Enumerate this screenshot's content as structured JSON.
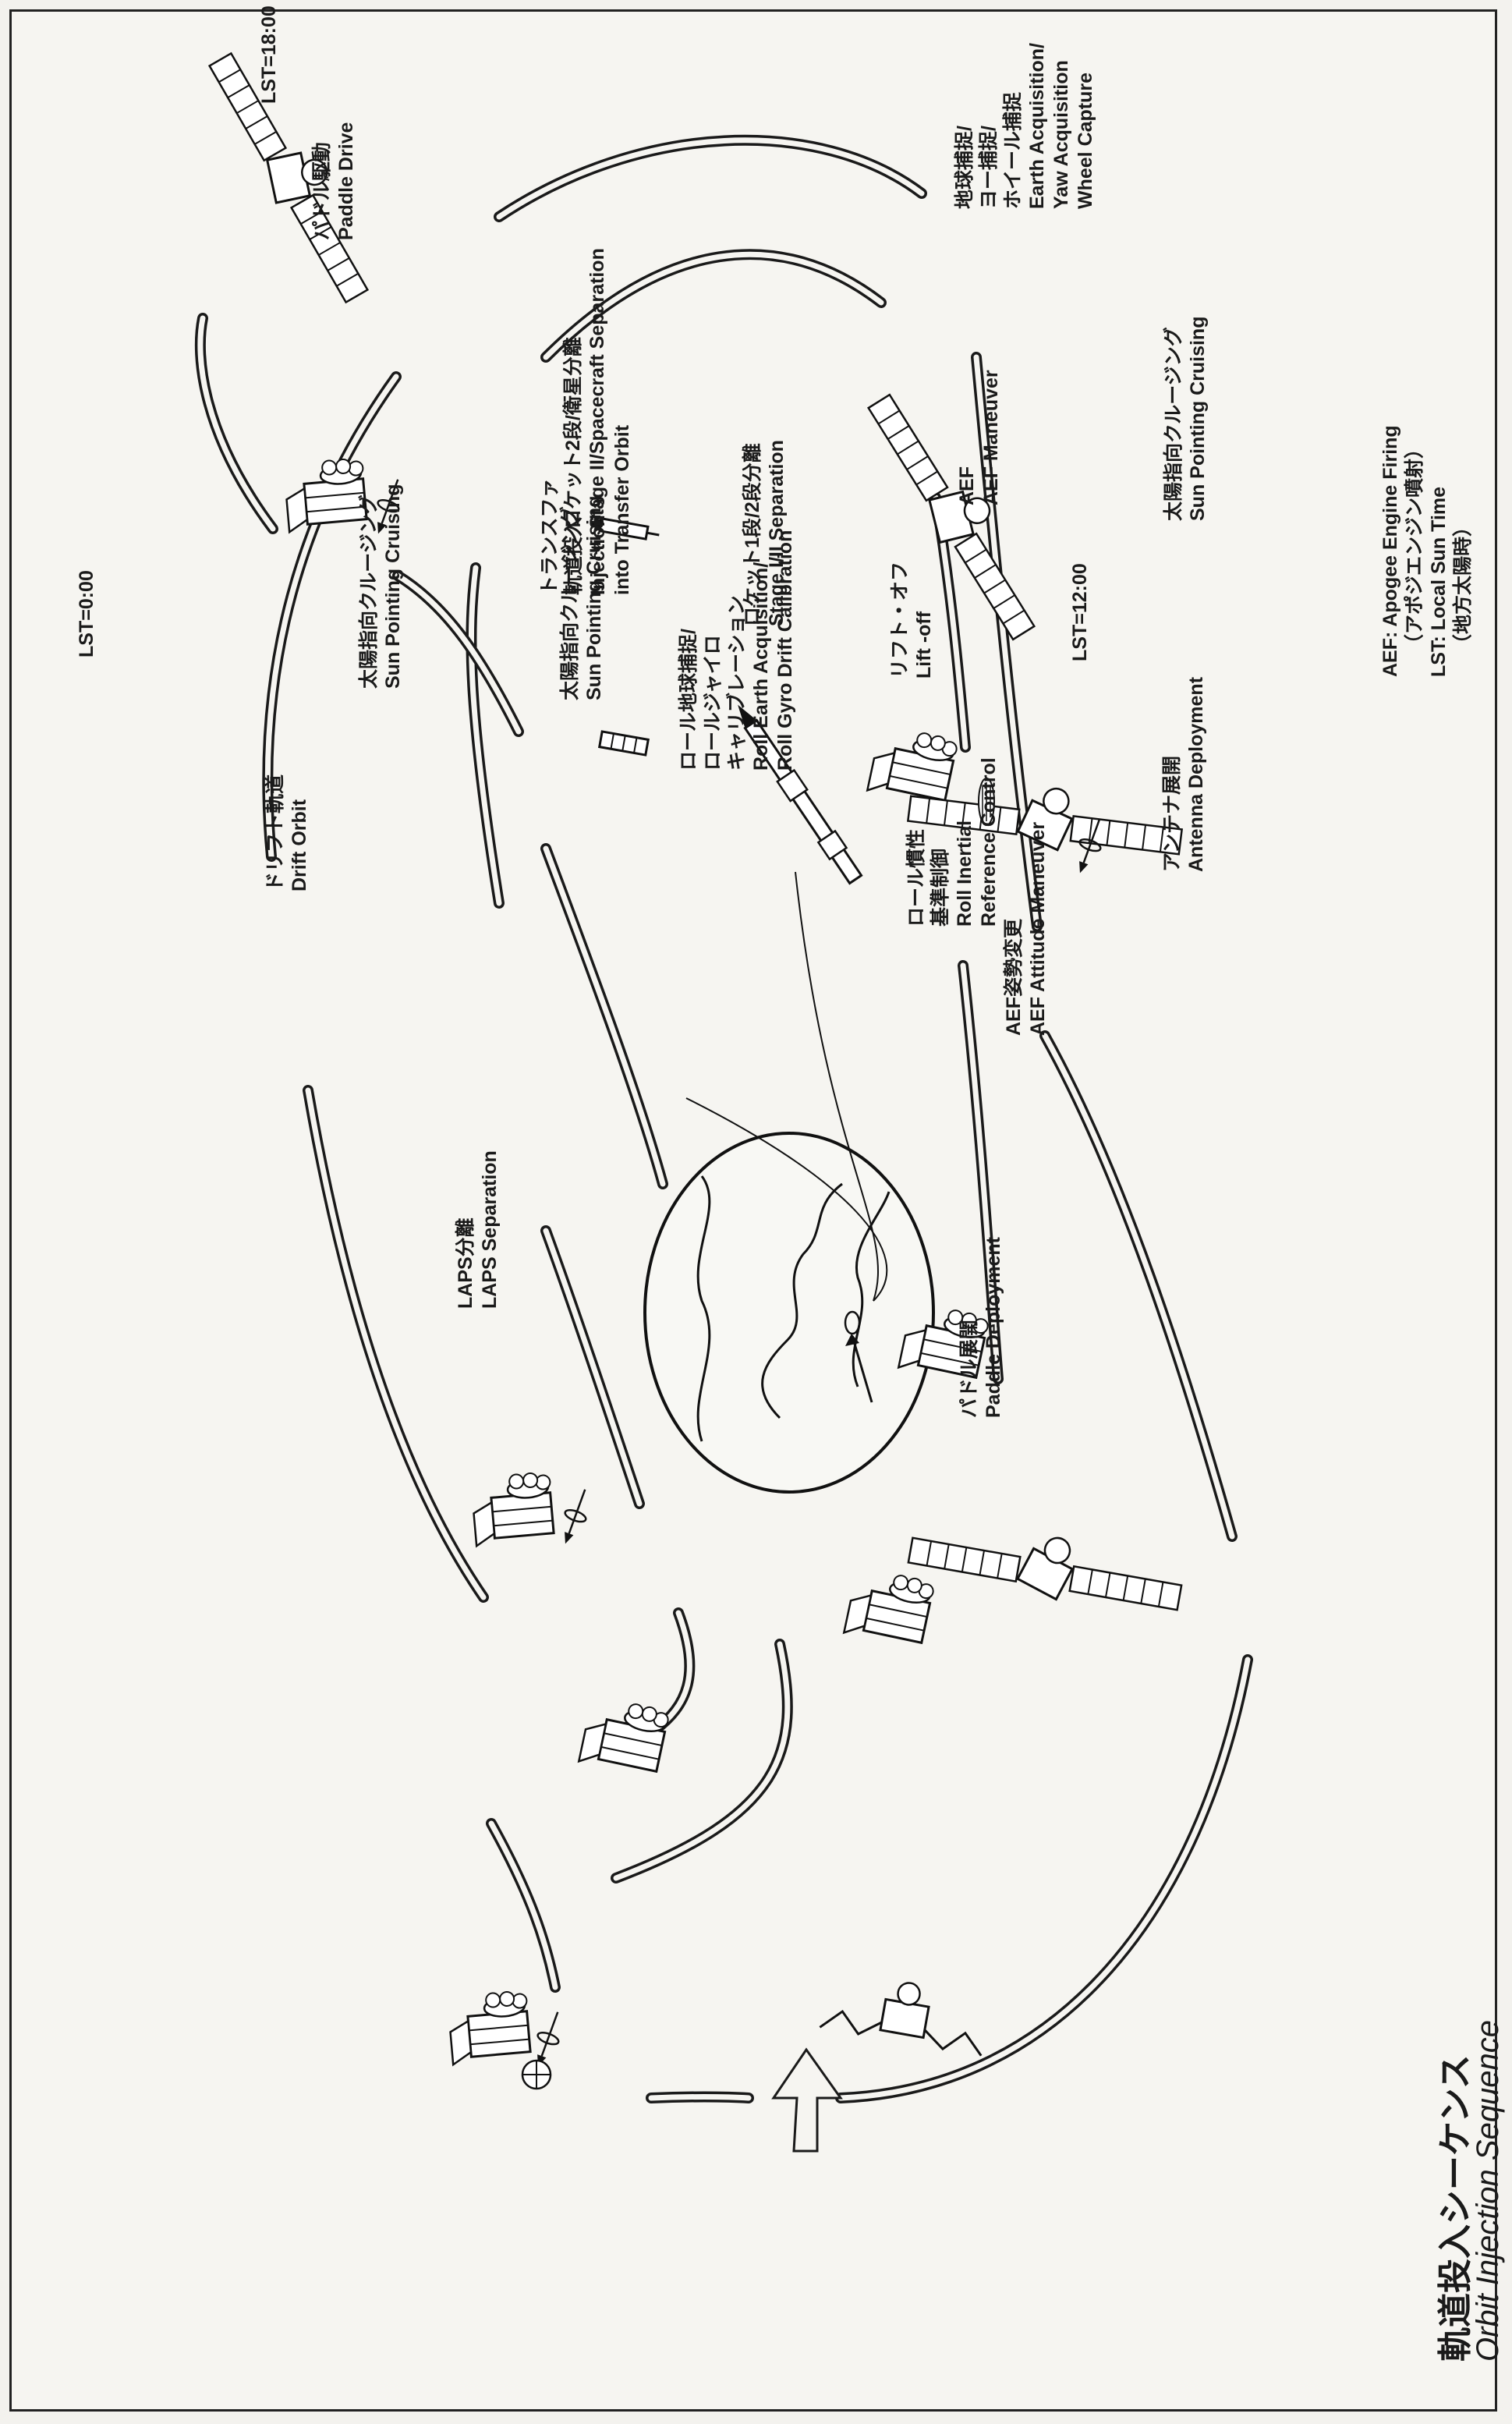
{
  "title": {
    "jp": "軌道投入シーケンス",
    "en": "Orbit Injection Sequence"
  },
  "legend": [
    "AEF: Apogee Engine Firing",
    "（アポジエンジン噴射）",
    "LST: Local Sun Time",
    "（地方太陽時）"
  ],
  "time_markers": {
    "lst_18": "LST=18:00",
    "lst_12": "LST=12:00",
    "lst_0": "LST=0:00"
  },
  "inner_orbit": {
    "lift_off": [
      "リフト・オフ",
      "Lift -off"
    ],
    "stage_1_2_sep": [
      "ロケット1段/2段分離",
      "Stage I/II  Separation"
    ],
    "stage_2_sc_sep": [
      "ロケット2段/衛星分離",
      "Stage II/Spacecraft  Separation"
    ],
    "injection": [
      "トランスファ",
      "軌道投入",
      "Injection",
      "into  Transfer Orbit"
    ],
    "sun_pointing": [
      "太陽指向クルージング",
      "Sun  Pointing  Cruising"
    ],
    "roll_earth_acq": [
      "ロール地球捕捉/",
      "ロールジャイロ",
      "キャリブレーション",
      "Roll  Earth  Acquisition/",
      "Roll  Gyro  Drift  Calibration"
    ],
    "roll_inertial": [
      "ロール慣性",
      "基準制御",
      "Roll  Inertial",
      "Reference  Control"
    ],
    "aef_attitude": [
      "AEF姿勢変更",
      "AEF  Attitude  Maneuver"
    ],
    "aef_maneuver": [
      "AEF",
      "AEF  Maneuver"
    ]
  },
  "outer_orbit": {
    "paddle_drive": [
      "パドル駆動",
      "Paddle  Drive"
    ],
    "earth_yaw_wheel": [
      "地球捕捉/",
      "ヨー捕捉/",
      "ホイール捕捉",
      "Earth  Acquisition/",
      "Yaw  Acquisition",
      "Wheel  Capture"
    ],
    "sun_pointing_right": [
      "太陽指向クルージング",
      "Sun  Pointing  Cruising"
    ],
    "antenna_deploy": [
      "アンテナ展開",
      "Antenna  Deployment"
    ],
    "paddle_deploy": [
      "パドル展開",
      "Paddle  Deployment"
    ],
    "laps_sep": [
      "LAPS分離",
      "LAPS  Separation"
    ],
    "drift_orbit": [
      "ドリフト軌道",
      "Drift  Orbit"
    ],
    "sun_pointing_left": [
      "太陽指向クルージング",
      "Sun  Pointing  Cruising"
    ]
  },
  "colors": {
    "ink": "#1a1a1a",
    "paper": "#f6f5f1"
  }
}
